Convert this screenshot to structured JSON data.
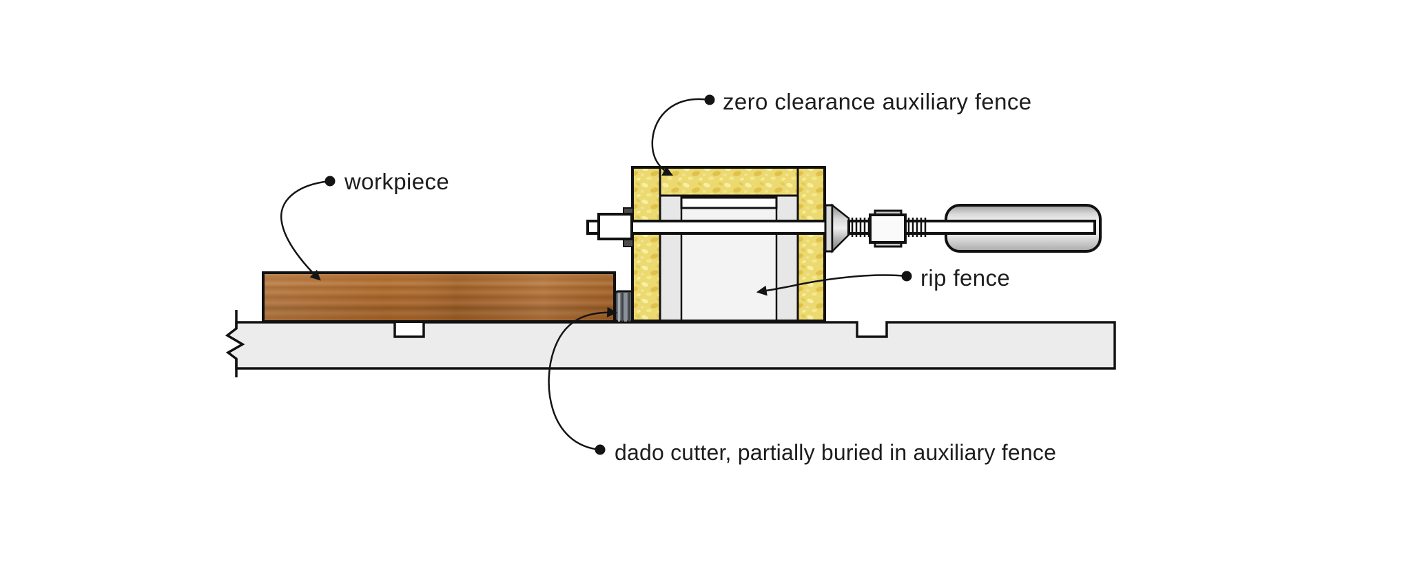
{
  "diagram": {
    "type": "technical-illustration",
    "subject": "table saw dado cut setup, side cross-section view",
    "labels": {
      "workpiece": "workpiece",
      "zero_clearance": "zero clearance auxiliary fence",
      "rip_fence": "rip fence",
      "dado_cutter": "dado cutter, partially buried in auxiliary fence"
    },
    "parts": [
      "saw-table-with-break-line-and-miter-slots",
      "workpiece-board",
      "dado-cutter-blade-stack",
      "zero-clearance-auxiliary-fence-left-board",
      "zero-clearance-auxiliary-fence-top-board",
      "zero-clearance-auxiliary-fence-right-board",
      "rip-fence-body",
      "clamp-bolt-head",
      "clamp-threaded-rod",
      "clamp-cone-washer",
      "clamp-nut",
      "clamp-handle"
    ],
    "colors": {
      "background": "#ffffff",
      "outline": "#111111",
      "table_gray": "#ececec",
      "fence_gray": "#e7e7e7",
      "fence_gray_light": "#f3f3f3",
      "chipboard_yellow": "#ecd96f",
      "chipboard_fleck_light": "#f7efa4",
      "chipboard_fleck_dark": "#dfc24e",
      "wood_brown": "#ab6a30",
      "cutter_gray": "#70767b",
      "label_text": "#1d1d1d"
    }
  }
}
